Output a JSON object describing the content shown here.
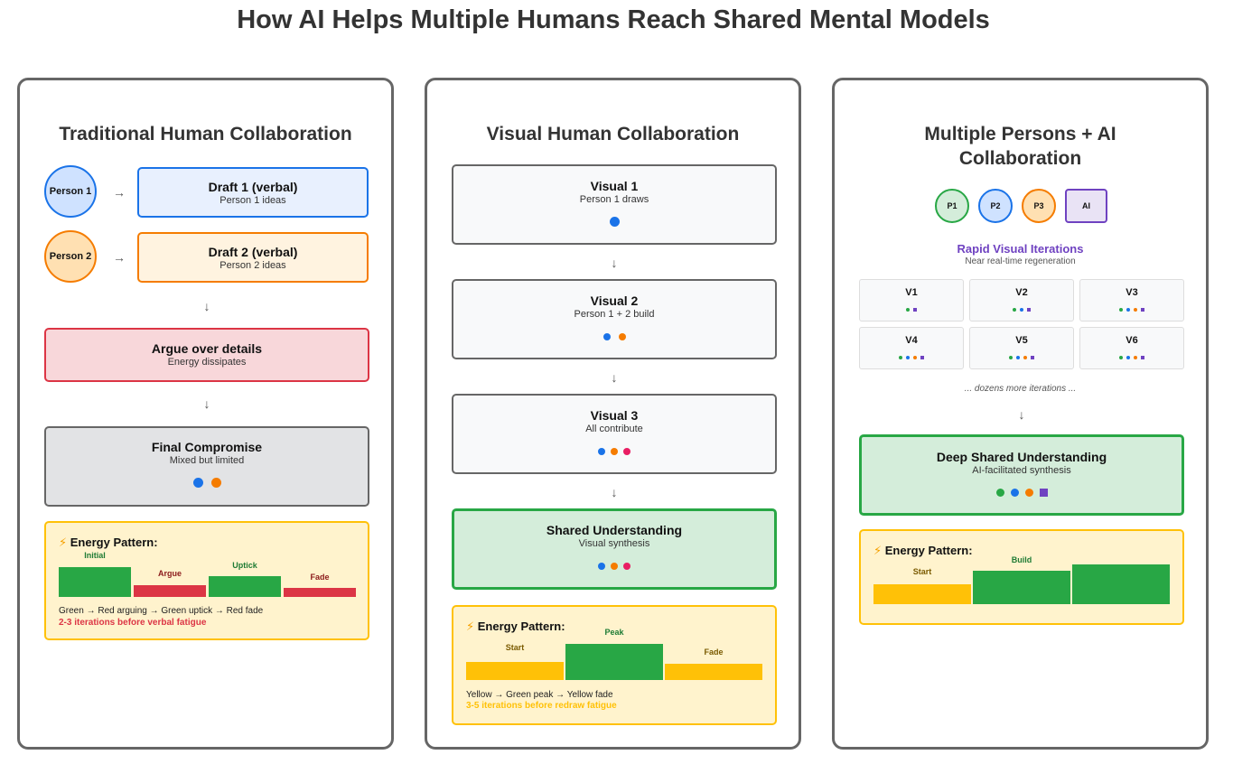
{
  "title": "How AI Helps Multiple Humans Reach Shared Mental Models",
  "colors": {
    "blue": "#1a73e8",
    "orange": "#f57c00",
    "green": "#28a745",
    "red": "#dc3545",
    "yellow": "#ffc107",
    "pink": "#e91e63",
    "purple": "#6f42c1",
    "gray": "#666666"
  },
  "panel1": {
    "title": "Traditional Human Collaboration",
    "person1": "Person 1",
    "person2": "Person 2",
    "arrow_right": "→",
    "arrow_down": "↓",
    "draft1": {
      "title": "Draft 1 (verbal)",
      "sub": "Person 1 ideas"
    },
    "draft2": {
      "title": "Draft 2 (verbal)",
      "sub": "Person 2 ideas"
    },
    "argue": {
      "title": "Argue over details",
      "sub": "Energy dissipates"
    },
    "final": {
      "title": "Final Compromise",
      "sub": "Mixed but limited"
    },
    "energy": {
      "title": "Energy Pattern:",
      "icon": "⚡",
      "segments": [
        {
          "label": "Initial",
          "color": "green",
          "level": 1.0
        },
        {
          "label": "Argue",
          "color": "red",
          "level": 0.4
        },
        {
          "label": "Uptick",
          "color": "green",
          "level": 0.7
        },
        {
          "label": "Fade",
          "color": "red",
          "level": 0.3
        }
      ],
      "desc": "Green → Red arguing → Green uptick → Red fade",
      "note": "2-3 iterations before verbal fatigue"
    }
  },
  "panel2": {
    "title": "Visual Human Collaboration",
    "arrow_down": "↓",
    "visual1": {
      "title": "Visual 1",
      "sub": "Person 1 draws"
    },
    "visual2": {
      "title": "Visual 2",
      "sub": "Person 1 + 2 build"
    },
    "visual3": {
      "title": "Visual 3",
      "sub": "All contribute"
    },
    "shared": {
      "title": "Shared Understanding",
      "sub": "Visual synthesis"
    },
    "energy": {
      "title": "Energy Pattern:",
      "icon": "⚡",
      "segments": [
        {
          "label": "Start",
          "color": "yellow",
          "level": 0.5
        },
        {
          "label": "Peak",
          "color": "green",
          "level": 1.0
        },
        {
          "label": "Fade",
          "color": "yellow",
          "level": 0.45
        }
      ],
      "desc": "Yellow → Green peak → Yellow fade",
      "note": "3-5 iterations before redraw fatigue"
    }
  },
  "panel3": {
    "title": "Multiple Persons + AI Collaboration",
    "avatars": [
      "P1",
      "P2",
      "P3",
      "AI"
    ],
    "rapid_title": "Rapid Visual Iterations",
    "rapid_sub": "Near real-time regeneration",
    "iterations": [
      "V1",
      "V2",
      "V3",
      "V4",
      "V5",
      "V6"
    ],
    "more": "... dozens more iterations ...",
    "arrow_down": "↓",
    "deep": {
      "title": "Deep Shared Understanding",
      "sub": "AI-facilitated synthesis"
    },
    "energy": {
      "title": "Energy Pattern:",
      "icon": "⚡",
      "segments": [
        {
          "label": "Start",
          "color": "yellow",
          "level": 0.5
        },
        {
          "label": "Build",
          "color": "green",
          "level": 0.85
        },
        {
          "label": "",
          "color": "green",
          "level": 1.0
        }
      ]
    }
  }
}
